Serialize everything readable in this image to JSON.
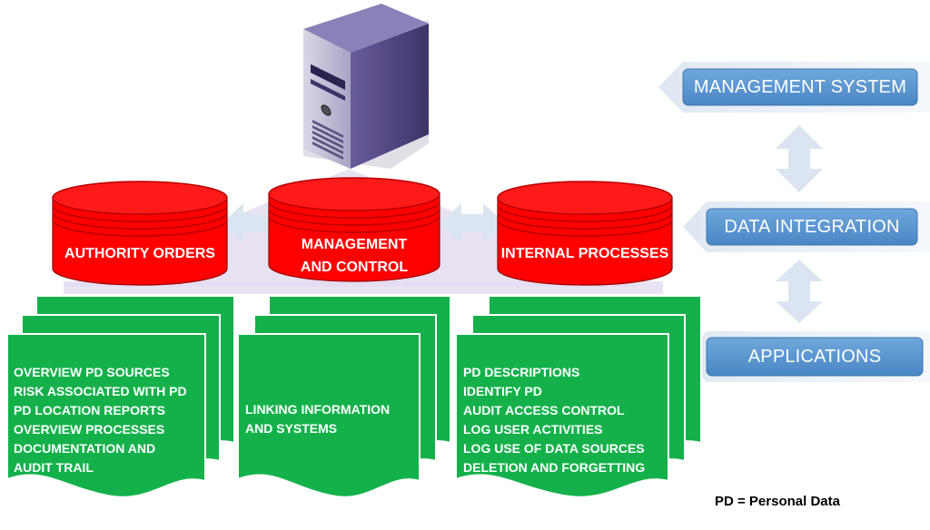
{
  "databases": [
    {
      "id": "authority-orders",
      "label": "AUTHORITY ORDERS"
    },
    {
      "id": "management-and-control",
      "label_line1": "MANAGEMENT",
      "label_line2": "AND CONTROL"
    },
    {
      "id": "internal-processes",
      "label": "INTERNAL PROCESSES"
    }
  ],
  "documents": [
    {
      "id": "authority-docs",
      "lines": [
        "OVERVIEW PD SOURCES",
        "RISK ASSOCIATED WITH PD",
        "PD LOCATION REPORTS",
        "OVERVIEW PROCESSES",
        "DOCUMENTATION AND",
        "AUDIT TRAIL"
      ]
    },
    {
      "id": "management-docs",
      "lines": [
        "LINKING INFORMATION",
        "AND SYSTEMS"
      ]
    },
    {
      "id": "internal-docs",
      "lines": [
        "PD DESCRIPTIONS",
        "IDENTIFY PD",
        "AUDIT ACCESS CONTROL",
        "LOG USER ACTIVITIES",
        "LOG USE OF DATA SOURCES",
        "DELETION AND FORGETTING"
      ]
    }
  ],
  "layers": [
    {
      "id": "management-system",
      "label": "MANAGEMENT SYSTEM"
    },
    {
      "id": "data-integration",
      "label": "DATA INTEGRATION"
    },
    {
      "id": "applications",
      "label": "APPLICATIONS"
    }
  ],
  "footnote": "PD = Personal Data",
  "colors": {
    "database_red": "#ff0000",
    "database_dark_red": "#b80000",
    "document_green": "#14b14b",
    "layer_blue": "#5b9bd5",
    "arrow_light_blue": "#dbe5f1",
    "server_purple": "#5a4d8c",
    "platform_lavender": "#e4dcf0"
  }
}
